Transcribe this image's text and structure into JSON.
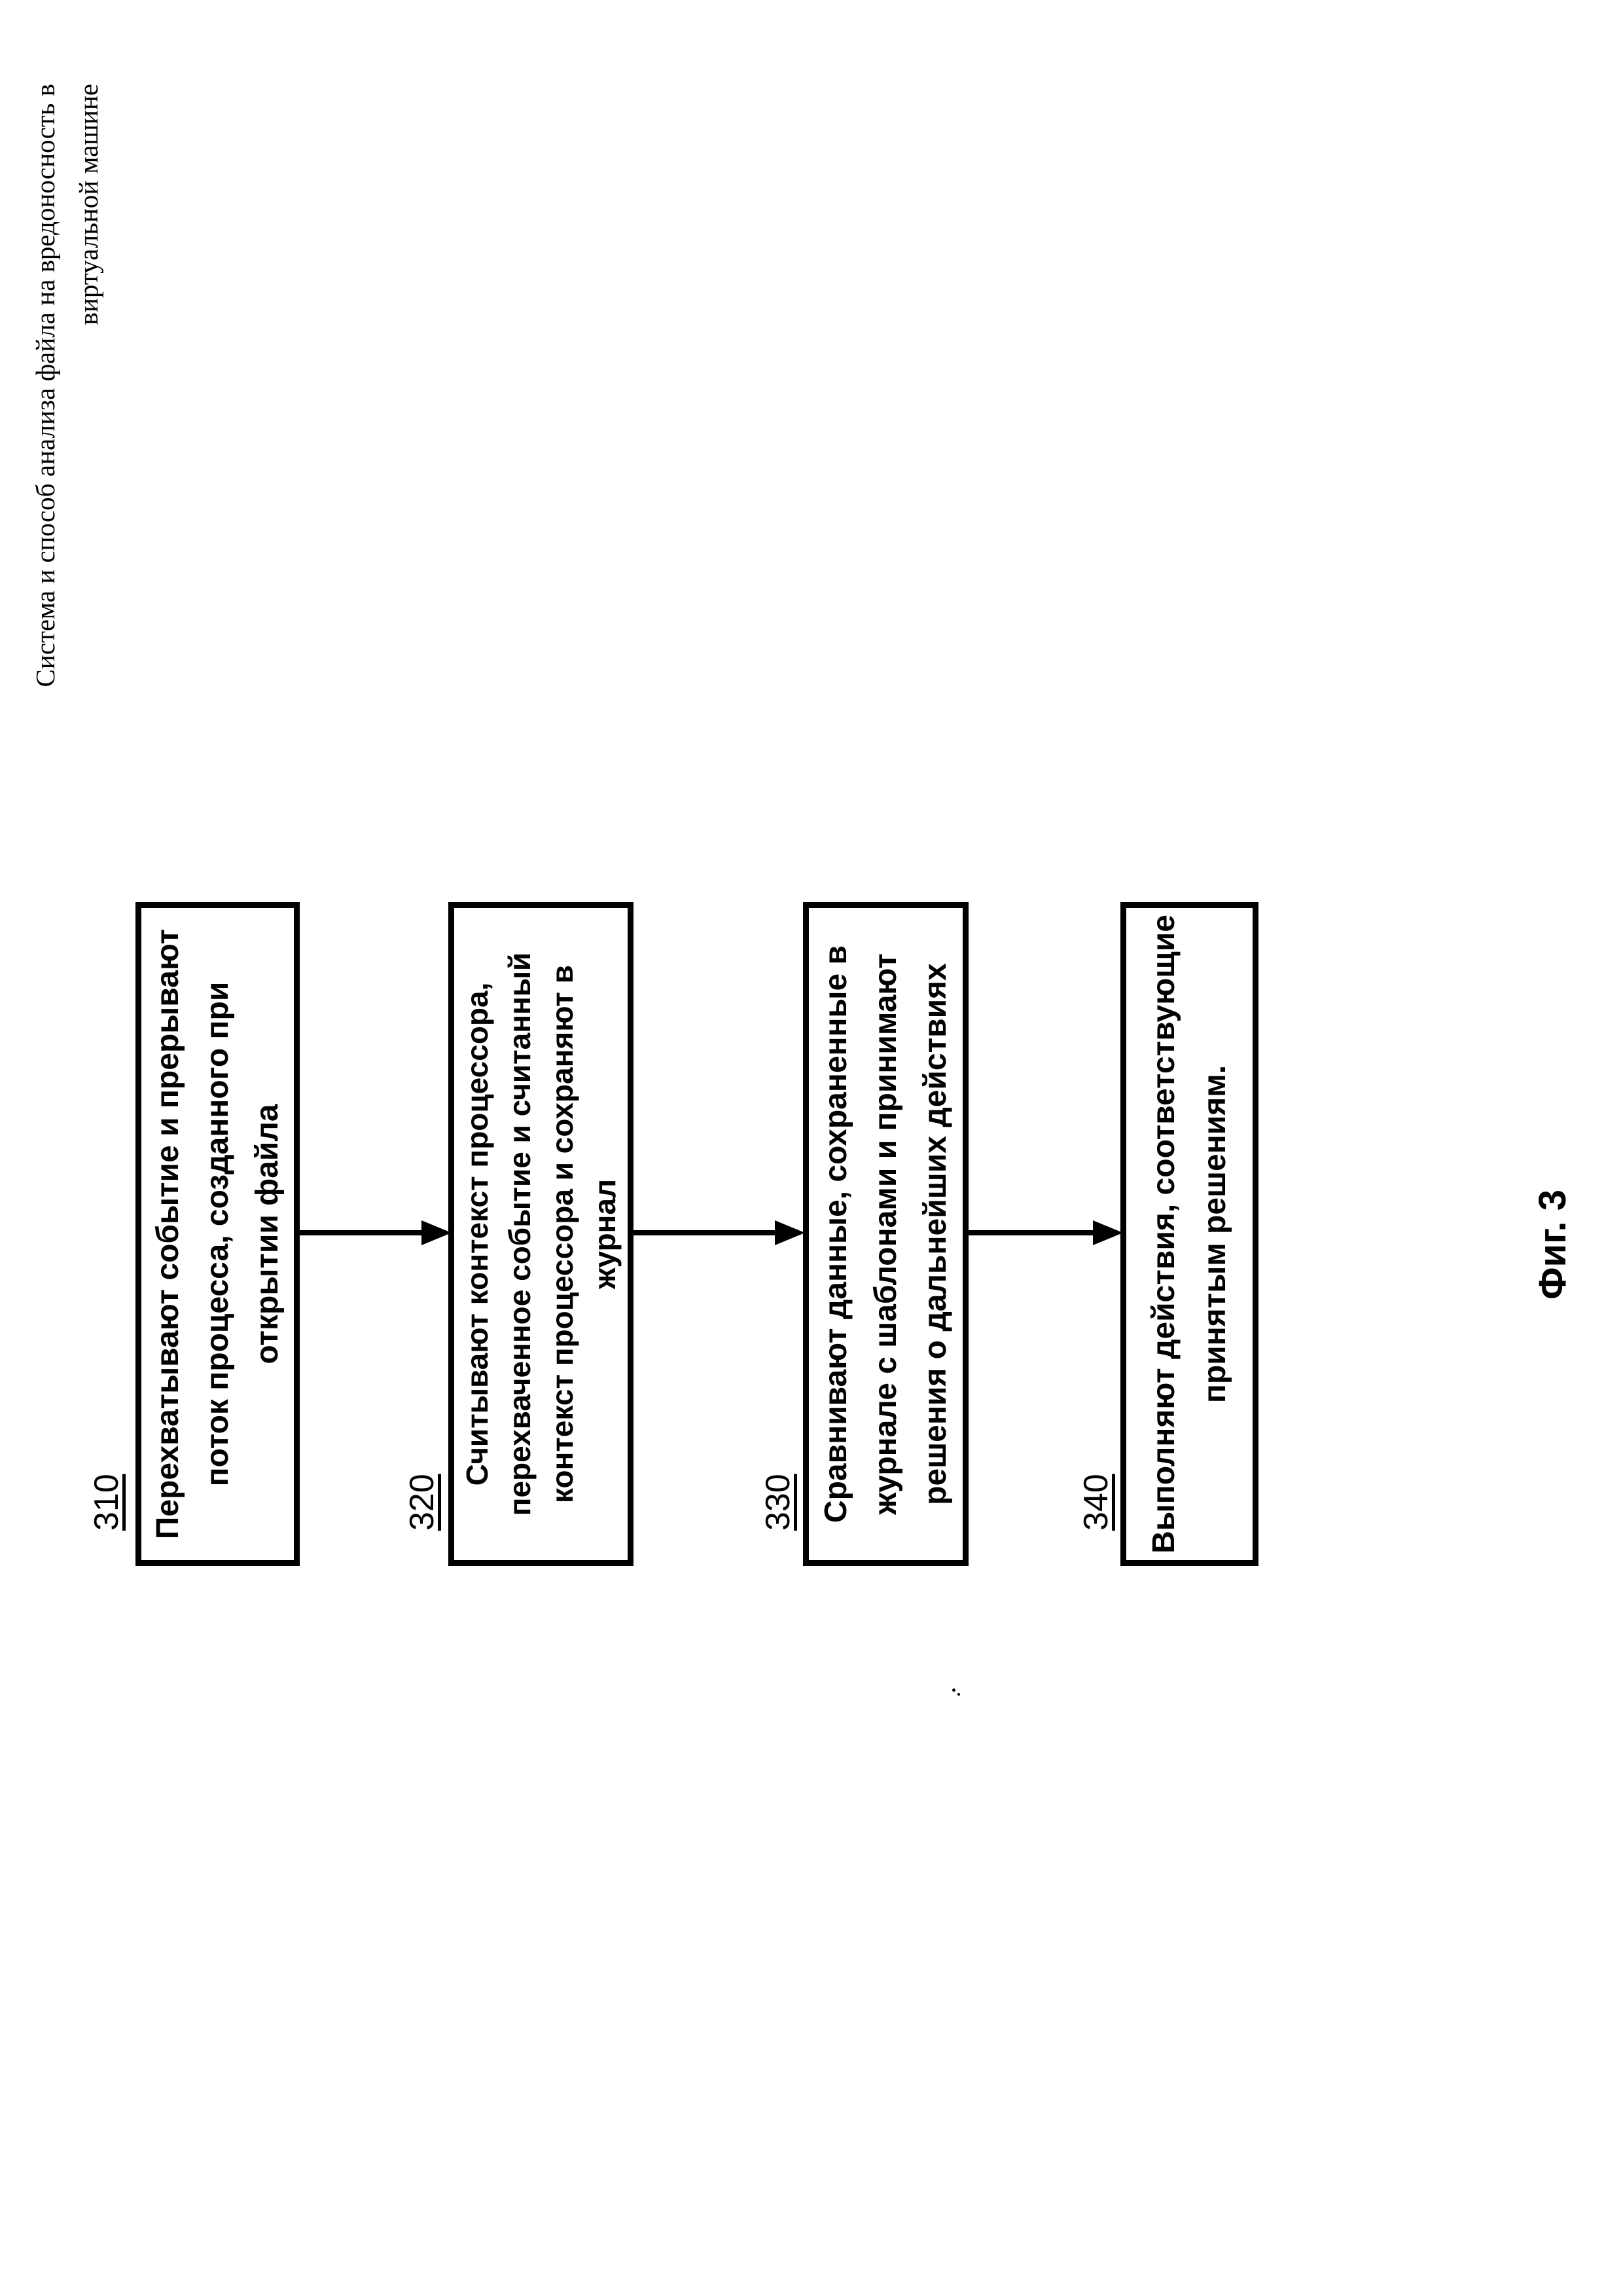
{
  "page": {
    "title_line1": "Система и способ анализа файла на вредоносность в",
    "title_line2": "виртуальной машине",
    "figure_caption": "Фиг. 3"
  },
  "colors": {
    "ink": "#000000",
    "paper": "#ffffff"
  },
  "flowchart": {
    "direction": "steps read top-to-bottom when page is rotated 90° clockwise",
    "steps": [
      {
        "ref": "310",
        "lines": [
          "Перехватывают событие и прерывают",
          "поток процесса, созданного при",
          "открытии файла"
        ]
      },
      {
        "ref": "320",
        "lines": [
          "Считывают контекст процессора,",
          "перехваченное событие и считанный",
          "контекст процессора и сохраняют в",
          "журнал"
        ]
      },
      {
        "ref": "330",
        "lines": [
          "Сравнивают данные, сохраненные в",
          "журнале с шаблонами и принимают",
          "решения о дальнейших действиях"
        ]
      },
      {
        "ref": "340",
        "lines": [
          "Выполняют действия, соответствующие",
          "принятым решениям."
        ]
      }
    ]
  }
}
